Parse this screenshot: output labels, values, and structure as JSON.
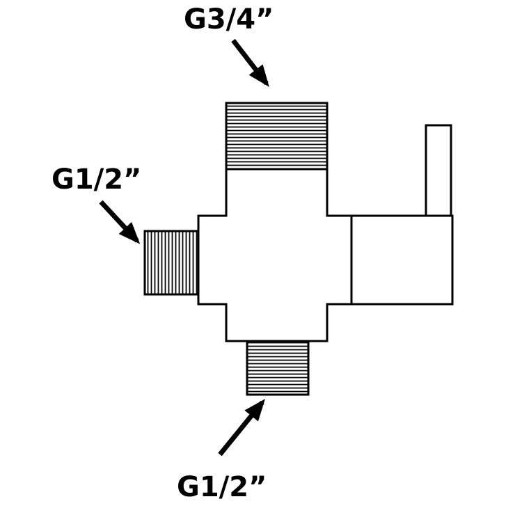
{
  "diagram": {
    "ports": [
      {
        "position": "top",
        "thread_size": "G3/4”"
      },
      {
        "position": "left",
        "thread_size": "G1/2”"
      },
      {
        "position": "bottom",
        "thread_size": "G1/2”"
      }
    ],
    "colors": {
      "line": "#000000",
      "background": "#ffffff"
    }
  }
}
